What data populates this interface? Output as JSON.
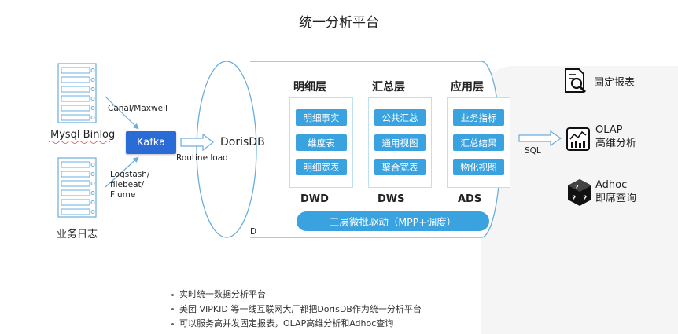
{
  "title": "统一分析平台",
  "sources": {
    "mysql": "Mysql Binlog",
    "logs": "业务日志",
    "canal": "Canal/Maxwell",
    "logstash": [
      "Logstash/",
      "filebeat/",
      "Flume"
    ]
  },
  "kafka": "Kafka",
  "routine_load": "Routine load",
  "dorisdb": "DorisDB",
  "d_mark": "D",
  "layers": [
    {
      "head": "明细层",
      "items": [
        "明细事实",
        "维度表",
        "明细宽表"
      ],
      "foot": "DWD"
    },
    {
      "head": "汇总层",
      "items": [
        "公共汇总",
        "通用视图",
        "聚合宽表"
      ],
      "foot": "DWS"
    },
    {
      "head": "应用层",
      "items": [
        "业务指标",
        "汇总结果",
        "物化视图"
      ],
      "foot": "ADS"
    }
  ],
  "mpp": "三层微批驱动（MPP+调度）",
  "sql": "SQL",
  "outputs": [
    {
      "icon": "report-search-icon",
      "lines": [
        "固定报表"
      ]
    },
    {
      "icon": "olap-chart-icon",
      "lines": [
        "OLAP",
        "高维分析"
      ]
    },
    {
      "icon": "adhoc-query-icon",
      "lines": [
        "Adhoc",
        "即席查询"
      ]
    }
  ],
  "bullets": [
    "实时统一数据分析平台",
    "美团 VIPKID 等一线互联网大厂都把DorisDB作为统一分析平台",
    "可以服务高并发固定报表，OLAP高维分析和Adhoc查询"
  ],
  "colors": {
    "accent": "#3aa3df",
    "kafka": "#2b6bd6",
    "outline": "#6aaedc"
  }
}
